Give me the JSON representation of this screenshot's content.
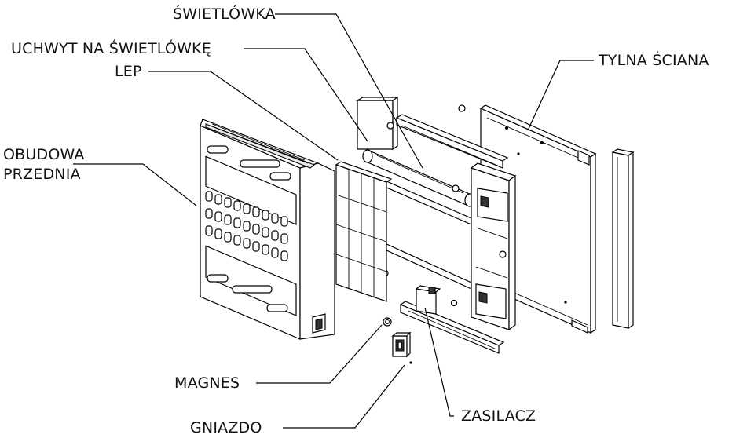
{
  "labels": {
    "swietlowka": "ŚWIETLÓWKA",
    "uchwyt": "UCHWYT NA ŚWIETLÓWKĘ",
    "lep": "LEP",
    "obudowa_line1": "OBUDOWA",
    "obudowa_line2": "PRZEDNIA",
    "tylna_sciana": "TYLNA ŚCIANA",
    "magnes": "MAGNES",
    "gniazdo": "GNIAZDO",
    "zasilacz": "ZASILACZ"
  }
}
